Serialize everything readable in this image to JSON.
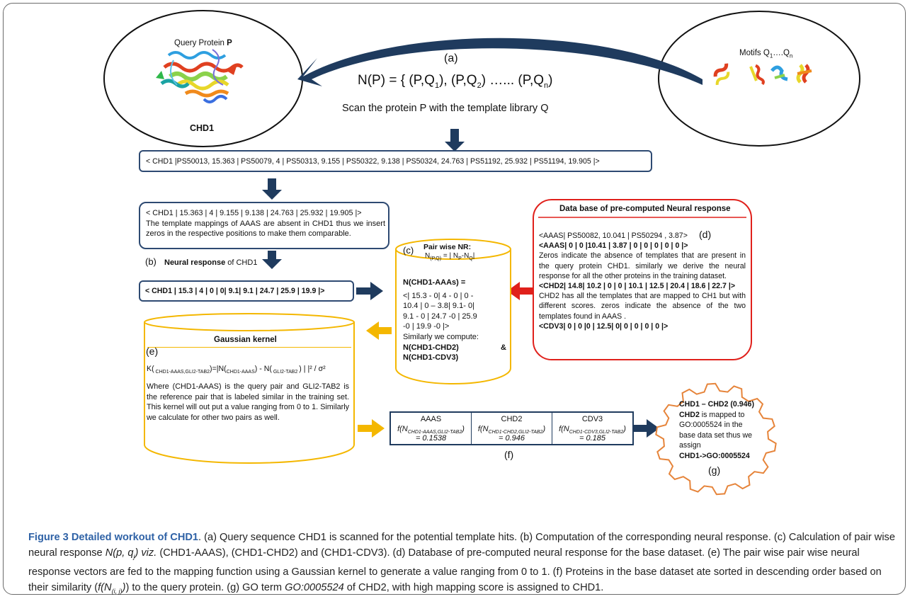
{
  "figure": {
    "query_title_1": "Query Protein ",
    "query_title_2": "P",
    "query_label": "CHD1",
    "motifs_title": "Motifs Q",
    "motifs_sub_1": "1",
    "motifs_dots": "….Q",
    "motifs_sub_n": "n",
    "label_a": "(a)",
    "np_formula": "N(P) = { (P,Q1), (P,Q2) …... (P,Qn)",
    "np_prefix": "N(P) = { (P,Q",
    "np_s1": "1",
    "np_mid1": "), (P,Q",
    "np_s2": "2",
    "np_mid2": ") …... (P,Q",
    "np_sn": "n",
    "np_end": ")",
    "scan_text": "Scan the protein P with the template library Q",
    "scan_result": "< CHD1 |PS50013, 15.363 | PS50079, 4 | PS50313, 9.155 | PS50322, 9.138 | PS50324, 24.763 | PS51192, 25.932 | PS51194, 19.905 |>",
    "mapped_line": "< CHD1 | 15.363 | 4 | 9.155 | 9.138 | 24.763 | 25.932 | 19.905 |>",
    "mapped_note": "The template mappings of AAAS are absent in CHD1 thus we insert zeros in the respective positions to make them comparable.",
    "label_b": "(b)",
    "nr_title_1": "Neural response",
    "nr_title_2": " of CHD1",
    "nr_vector": "< CHD1 | 15.3 | 4 | 0 | 0| 9.1| 9.1 | 24.7 | 25.9 | 19.9 |>",
    "label_c": "(c)",
    "pw_title": "Pair wise NR:",
    "pw_formula_a": "N",
    "pw_formula_sub": "(P,Q)",
    "pw_formula_b": " = | N",
    "pw_formula_sub2": "P",
    "pw_formula_c": "-N",
    "pw_formula_sub3": "Q",
    "pw_formula_d": "|",
    "pw_n1": "N(CHD1-AAAs) =",
    "pw_l1": "<| 15.3 - 0| 4 - 0 | 0 -",
    "pw_l2": "10.4 | 0 – 3.8| 9.1- 0|",
    "pw_l3": "9.1 - 0 | 24.7 -0 | 25.9",
    "pw_l4": "-0 | 19.9 -0 |>",
    "pw_l5": "Similarly we compute:",
    "pw_l6a": "N(CHD1-CHD2)",
    "pw_l6b": "&",
    "pw_l7": "N(CHD1-CDV3)",
    "db_title": "Data base of pre-computed Neural response",
    "label_d": "(d)",
    "db_l1": "<AAAS| PS50082, 10.041 | PS50294 , 3.87>",
    "db_l2": "<AAAS| 0 | 0 |10.41 | 3.87 | 0 | 0 | 0 | 0 | 0 |>",
    "db_p1": "Zeros indicate the absence of templates that are present in the query protein CHD1. similarly we derive the neural response for all the other proteins in the training dataset.",
    "db_l3": "<CHD2| 14.8| 10.2 | 0 | 0 | 10.1 | 12.5 | 20.4 | 18.6 | 22.7 |>",
    "db_p2": "CHD2 has all the templates that are mapped to CH1 but with different scores. zeros indicate the absence of the two templates found in AAAS .",
    "db_l4": "<CDV3| 0 | 0 |0 | 12.5| 0| 0 | 0 | 0 | 0 |>",
    "gk_title": "Gaussian kernel",
    "label_e": "(e)",
    "gk_formula": "K( CHD1-AAAS,GLI2-TAB2)=|N(CHD1-AAAS) - N( GLI2-TAB2 ) | |² / σ²",
    "gk_f1": "K(",
    "gk_f1s": " CHD1-AAAS,GLI2-TAB2",
    "gk_f2": ")=|N(",
    "gk_f2s": "CHD1-AAAS",
    "gk_f3": ") - N(",
    "gk_f3s": " GLI2-TAB2 ",
    "gk_f4": ") | |² / σ²",
    "gk_para": "Where (CHD1-AAAS) is the query pair and GLI2-TAB2 is the reference pair that is labeled similar in the training set. This kernel will out put a value ranging from 0 to 1. Similarly we calculate for other two pairs as well.",
    "table": [
      {
        "name": "AAAS",
        "f_pre": "f(N",
        "f_sub": "CHD1-AAAS,GLI2-TAB2",
        "f_post": ")",
        "value": "= 0.1538"
      },
      {
        "name": "CHD2",
        "f_pre": "f(N",
        "f_sub": "CHD1-CHD2,GLI2-TAB2",
        "f_post": ")",
        "value": "= 0.946"
      },
      {
        "name": "CDV3",
        "f_pre": "f(N",
        "f_sub": "CHD1-CDV3,GLI2-TAB2",
        "f_post": ")",
        "value": "= 0.185"
      }
    ],
    "label_f": "(f)",
    "gear_l1": "CHD1 – CHD2 (0.946)",
    "gear_l2a": "CHD2",
    "gear_l2b": " is mapped to",
    "gear_l3": "GO:0005524   in the",
    "gear_l4": "base data set thus we",
    "gear_l5": "assign",
    "gear_l6": "CHD1->GO:0005524",
    "label_g": "(g)",
    "colors": {
      "navy": "#1f3b5e",
      "yellow": "#f4b700",
      "red": "#e0201b",
      "orange": "#e6843a",
      "caption_blue": "#2f62a6"
    }
  },
  "caption": {
    "label": "Figure 3 Detailed workout of CHD1",
    "p1": ". (a) Query sequence CHD1 is scanned for the potential template hits. (b) Computation of the corresponding neural response. (c) Calculation of pair wise neural response ",
    "p1_it": "N(p, q",
    "p1_it_sub": "j",
    "p1_it_end": ") viz.",
    "p2": " (CHD1-AAAS), (CHD1-CHD2) and (CHD1-CDV3). (d) Database of pre-computed neural response for the base dataset. (e) The pair wise pair wise neural response vectors are fed to the mapping function using a Gaussian kernel to generate a value ranging from 0 to 1. (f) Proteins in the base dataset ate sorted in descending order based on their similarity (",
    "p2_it": "f(N",
    "p2_it_sub": "(i, j)",
    "p2_it_end": ")",
    "p3": ") to the query protein. (g) GO term ",
    "p3_it": "GO:0005524",
    "p4": " of CHD2, with high mapping score is assigned to CHD1."
  }
}
